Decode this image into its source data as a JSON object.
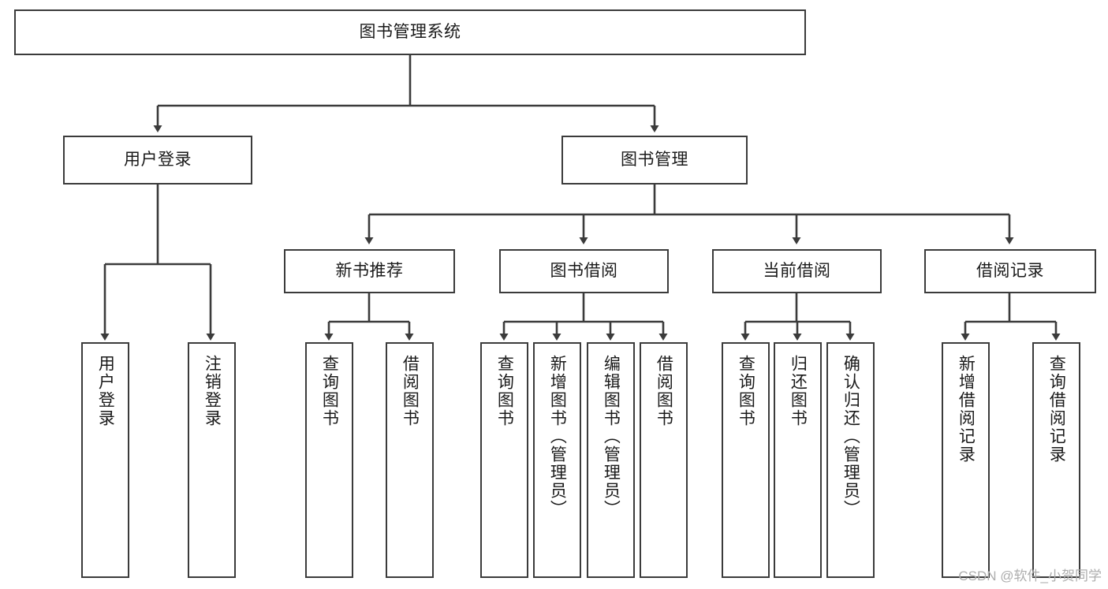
{
  "diagram": {
    "title": "图书管理系统",
    "type": "tree-hierarchy",
    "watermark": "CSDN @软件_小贺同学",
    "colors": {
      "box_stroke": "#3b3b3b",
      "box_fill": "#ffffff",
      "edge": "#3b3b3b",
      "text": "#1a1a1a",
      "watermark": "#adadad"
    },
    "nodes": {
      "root": {
        "label": "图书管理系统",
        "orientation": "horizontal"
      },
      "level2": [
        {
          "id": "user-login",
          "label": "用户登录",
          "orientation": "horizontal"
        },
        {
          "id": "book-manage",
          "label": "图书管理",
          "orientation": "horizontal"
        }
      ],
      "level3": [
        {
          "id": "new-book-recommend",
          "label": "新书推荐",
          "orientation": "horizontal"
        },
        {
          "id": "book-borrow",
          "label": "图书借阅",
          "orientation": "horizontal"
        },
        {
          "id": "current-borrow",
          "label": "当前借阅",
          "orientation": "horizontal"
        },
        {
          "id": "borrow-record",
          "label": "借阅记录",
          "orientation": "horizontal"
        }
      ],
      "leaves": {
        "user-login": [
          {
            "id": "leaf-user-login",
            "label": "用户登录",
            "orientation": "vertical"
          },
          {
            "id": "leaf-logout",
            "label": "注销登录",
            "orientation": "vertical"
          }
        ],
        "new-book-recommend": [
          {
            "id": "leaf-query-book-1",
            "label": "查询图书",
            "orientation": "vertical"
          },
          {
            "id": "leaf-borrow-book-1",
            "label": "借阅图书",
            "orientation": "vertical"
          }
        ],
        "book-borrow": [
          {
            "id": "leaf-query-book-2",
            "label": "查询图书",
            "orientation": "vertical"
          },
          {
            "id": "leaf-add-book",
            "label": "新增图书（管理员）",
            "orientation": "vertical"
          },
          {
            "id": "leaf-edit-book",
            "label": "编辑图书（管理员）",
            "orientation": "vertical"
          },
          {
            "id": "leaf-borrow-book-2",
            "label": "借阅图书",
            "orientation": "vertical"
          }
        ],
        "current-borrow": [
          {
            "id": "leaf-query-book-3",
            "label": "查询图书",
            "orientation": "vertical"
          },
          {
            "id": "leaf-return-book",
            "label": "归还图书",
            "orientation": "vertical"
          },
          {
            "id": "leaf-confirm-return",
            "label": "确认归还（管理员）",
            "orientation": "vertical"
          }
        ],
        "borrow-record": [
          {
            "id": "leaf-add-record",
            "label": "新增借阅记录",
            "orientation": "vertical"
          },
          {
            "id": "leaf-query-record",
            "label": "查询借阅记录",
            "orientation": "vertical"
          }
        ]
      }
    }
  }
}
